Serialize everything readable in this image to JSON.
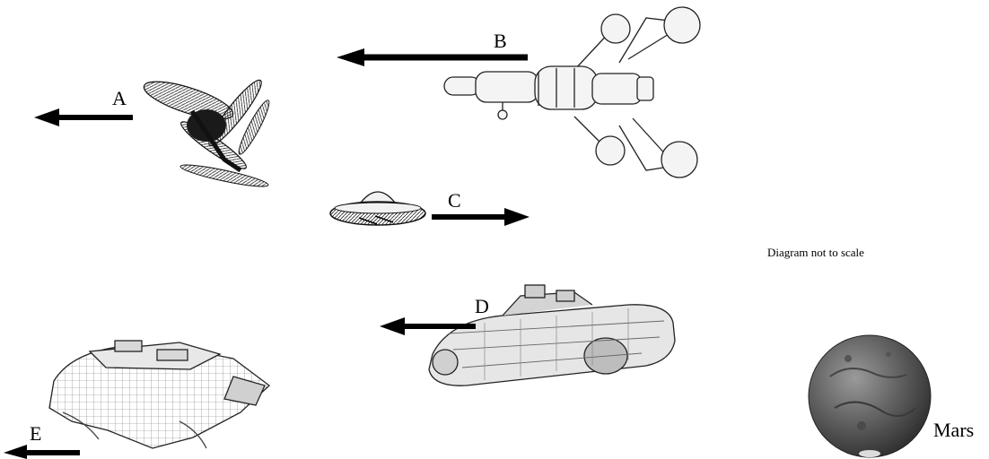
{
  "labels": {
    "a": "A",
    "b": "B",
    "c": "C",
    "d": "D",
    "e": "E"
  },
  "note": "Diagram not to scale",
  "planet_label": "Mars",
  "colors": {
    "ink": "#000000",
    "ship_fill": "#f2f2f2",
    "ship_dark": "#2a2a2a",
    "planet_dark": "#3d3d3d",
    "planet_light": "#9a9a9a"
  },
  "icons": {
    "ship_a": "alien-starship-icon",
    "ship_b": "space-station-icon",
    "ship_c": "flying-saucer-icon",
    "ship_d": "armored-shuttle-icon",
    "ship_e": "winged-cruiser-icon",
    "planet": "mars-planet-icon"
  }
}
